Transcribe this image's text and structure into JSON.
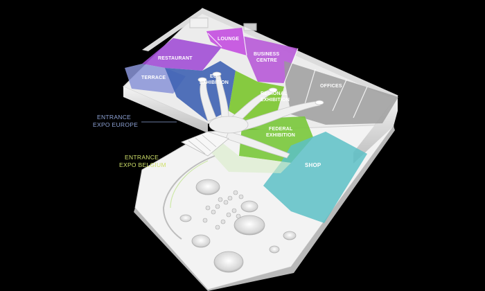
{
  "zones": {
    "restaurant": {
      "label": "RESTAURANT",
      "color": "#a24fd6"
    },
    "lounge": {
      "label": "LOUNGE",
      "color": "#c44fe0"
    },
    "business": {
      "label1": "BUSINESS",
      "label2": "CENTRE",
      "color": "#b85ad8"
    },
    "terrace": {
      "label": "TERRACE",
      "color": "#8a94d8"
    },
    "eu": {
      "label1": "EU",
      "label2": "EXHIBITION",
      "color": "#3f63b4"
    },
    "regional": {
      "label1": "REGIONAL",
      "label2": "EXHIBITION",
      "color": "#7bc62d"
    },
    "offices": {
      "label": "OFFICES",
      "color": "#9a9a9a"
    },
    "federal": {
      "label1": "FEDERAL",
      "label2": "EXHIBITION",
      "color": "#79c83a"
    },
    "shop": {
      "label": "SHOP",
      "color": "#5cbfc6"
    }
  },
  "annotations": {
    "europe": {
      "line1": "ENTRANCE",
      "line2": "EXPO EUROPE",
      "color": "#8ea3d6"
    },
    "belgium": {
      "line1": "ENTRANCE",
      "line2": "EXPO BELGIUM",
      "color": "#cfe06a"
    }
  },
  "colors": {
    "background": "#000000",
    "floor": "#f2f2f2",
    "wall": "#d8d8d8"
  }
}
